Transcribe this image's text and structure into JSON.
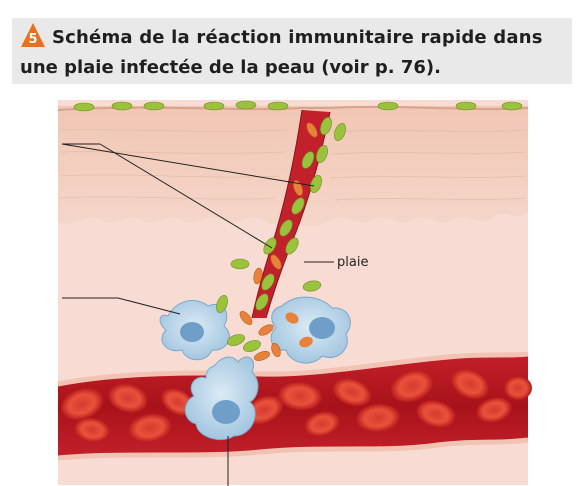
{
  "figure": {
    "number": "5",
    "title_line1": "Schéma de la réaction immunitaire rapide dans",
    "title_line2": "une plaie infectée de la peau (voir p. 76)."
  },
  "labels": {
    "wound": "plaie"
  },
  "colors": {
    "badge": "#e8701e",
    "epidermis": "#f2cfc0",
    "dermis": "#f7d9d0",
    "blood": "#b5121b",
    "bacteria": "#9bc23c",
    "immune_cell": "#a8cde6"
  }
}
